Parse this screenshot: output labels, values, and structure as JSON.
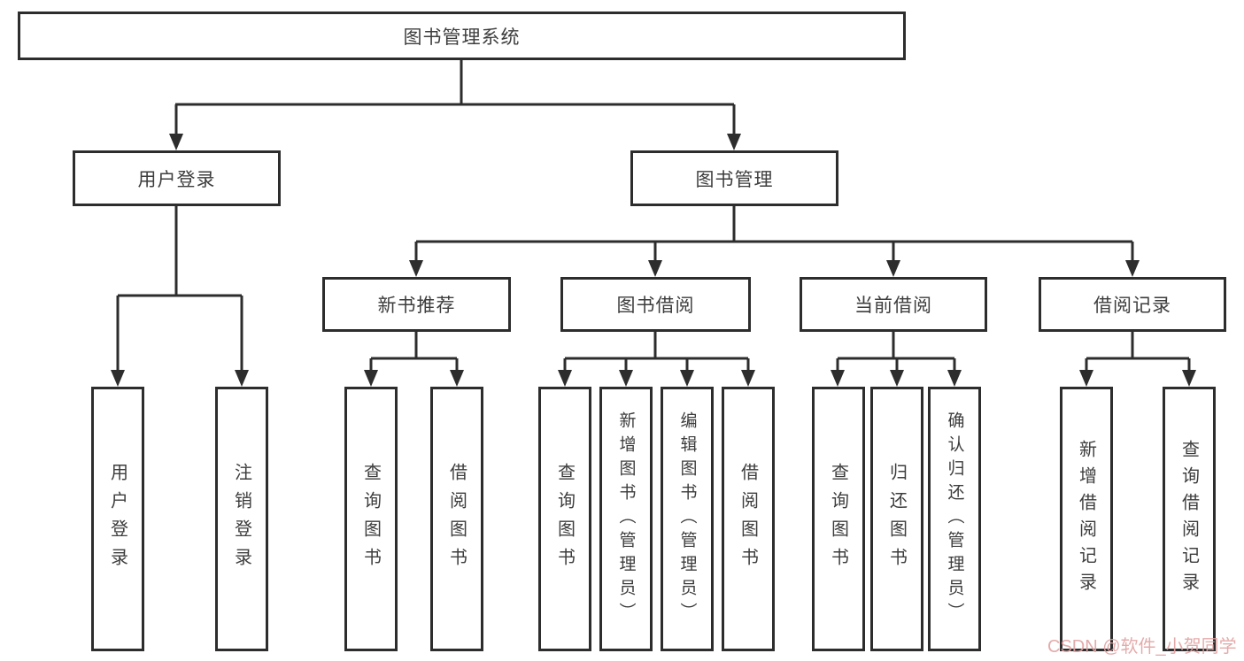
{
  "diagram": {
    "root": {
      "label": "图书管理系统"
    },
    "branches": [
      {
        "label": "用户登录",
        "children": [
          {
            "label": "用户登录"
          },
          {
            "label": "注销登录"
          }
        ]
      },
      {
        "label": "图书管理",
        "children": [
          {
            "label": "新书推荐",
            "children": [
              {
                "label": "查询图书"
              },
              {
                "label": "借阅图书"
              }
            ]
          },
          {
            "label": "图书借阅",
            "children": [
              {
                "label": "查询图书"
              },
              {
                "label": "新增图书（管理员）"
              },
              {
                "label": "编辑图书（管理员）"
              },
              {
                "label": "借阅图书"
              }
            ]
          },
          {
            "label": "当前借阅",
            "children": [
              {
                "label": "查询图书"
              },
              {
                "label": "归还图书"
              },
              {
                "label": "确认归还（管理员）"
              }
            ]
          },
          {
            "label": "借阅记录",
            "children": [
              {
                "label": "新增借阅记录"
              },
              {
                "label": "查询借阅记录"
              }
            ]
          }
        ]
      }
    ]
  },
  "watermark": {
    "text": "CSDN @软件_小贺同学",
    "color": "#e2a2a2"
  },
  "colors": {
    "border": "#2d2d2d",
    "text": "#3d3d3d",
    "background": "#ffffff"
  }
}
